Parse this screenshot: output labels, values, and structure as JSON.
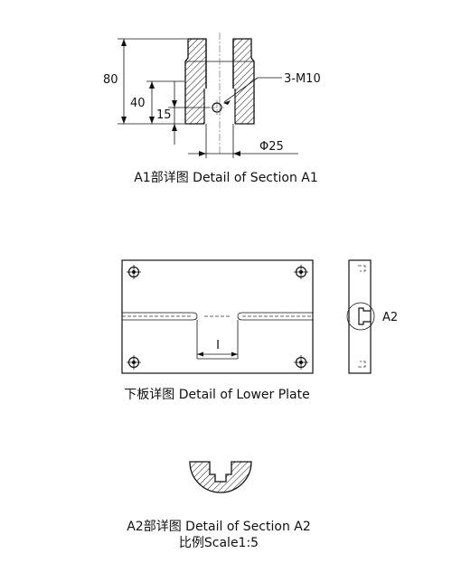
{
  "section_a1": {
    "caption": "A1部详图 Detail of Section A1",
    "dim_80": "80",
    "dim_40": "40",
    "dim_15": "15",
    "thread_label": "3-M10",
    "diameter_label": "Φ25"
  },
  "lower_plate": {
    "caption": "下板详图 Detail of Lower Plate",
    "slot_label": "I",
    "detail_marker": "A2"
  },
  "section_a2": {
    "caption": "A2部详图 Detail of Section A2",
    "scale": "比例Scale1:5"
  }
}
